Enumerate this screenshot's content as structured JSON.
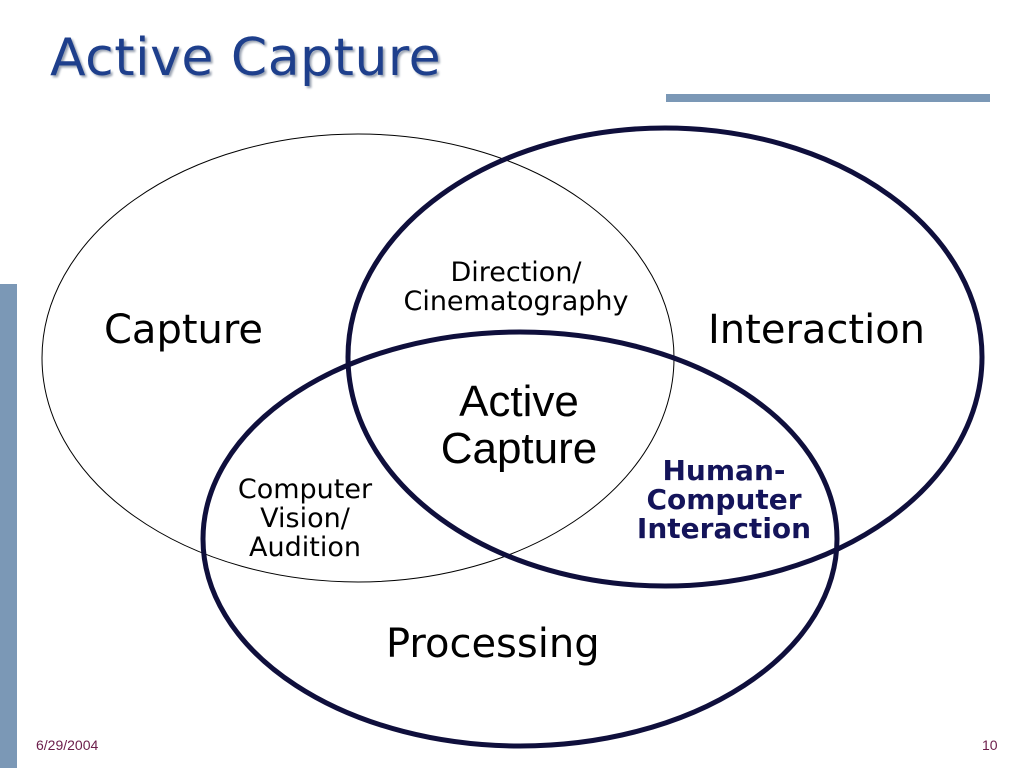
{
  "slide": {
    "title": "Active Capture",
    "date": "6/29/2004",
    "page_number": "10"
  },
  "diagram": {
    "sets": {
      "capture": "Capture",
      "interaction": "Interaction",
      "processing": "Processing"
    },
    "overlaps": {
      "capture_interaction": [
        "Direction/",
        "Cinematography"
      ],
      "capture_processing": [
        "Computer",
        "Vision/",
        "Audition"
      ],
      "interaction_processing": [
        "Human-",
        "Computer",
        "Interaction"
      ],
      "center": [
        "Active",
        "Capture"
      ]
    }
  },
  "colors": {
    "title": "#1e3f8c",
    "accent_bar": "#7b98b6",
    "circle_outline": "#0f0f3c",
    "hci_text": "#14145a",
    "footer_text": "#6b1d4a"
  }
}
